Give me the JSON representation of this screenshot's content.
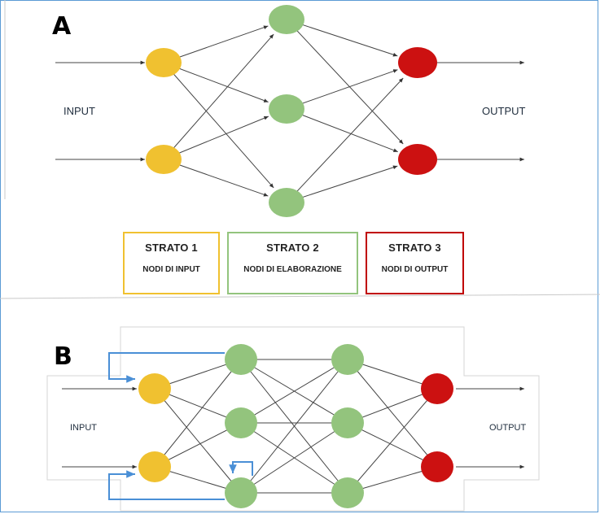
{
  "panel_a": {
    "letter": "A",
    "input_label": "INPUT",
    "output_label": "OUTPUT",
    "legend": [
      {
        "title": "STRATO 1",
        "subtitle": "NODI DI INPUT",
        "color": "#f0c130"
      },
      {
        "title": "STRATO 2",
        "subtitle": "NODI DI ELABORAZIONE",
        "color": "#93c47d"
      },
      {
        "title": "STRATO 3",
        "subtitle": "NODI DI OUTPUT",
        "color": "#c00000"
      }
    ]
  },
  "panel_b": {
    "letter": "B",
    "input_label": "INPUT",
    "output_label": "OUTPUT"
  },
  "colors": {
    "input_node": "#f0c130",
    "hidden_node": "#93c47d",
    "output_node": "#cc1111",
    "feedback_arrow": "#4a8fd6",
    "frame": "#5b9bd5"
  }
}
